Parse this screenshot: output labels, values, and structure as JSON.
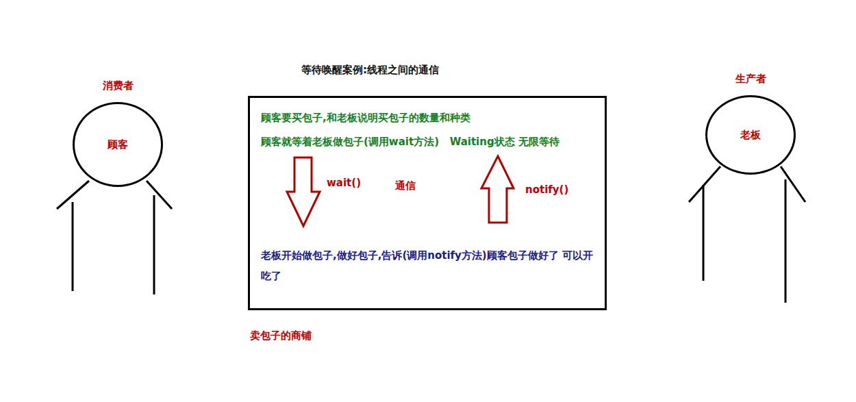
{
  "diagram": {
    "title": "等待唤醒案例:线程之间的通信",
    "nodes": [
      {
        "text": [
          "消费者",
          "顾客"
        ]
      },
      {
        "text": [
          "顾客要买包子,和老板说明买包子的数量和种类",
          "顾客就等着老板做包子(调用wait方法)   Waiting状态 无限等待",
          "老板开始做包子,做好包子,告诉(调用notify方法)顾客包子做好了 可以开吃了",
          "卖包子的商铺"
        ]
      },
      {
        "text": [
          "生产者",
          "老板"
        ]
      }
    ],
    "labels": [
      "wait()",
      "通信",
      "notify()"
    ]
  }
}
